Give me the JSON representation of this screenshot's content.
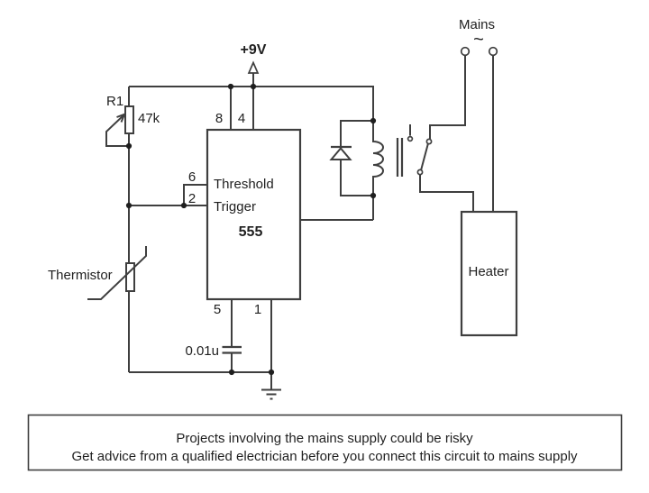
{
  "power": {
    "label": "+9V"
  },
  "pot": {
    "ref": "R1",
    "value": "47k"
  },
  "thermistor": {
    "label": "Thermistor"
  },
  "ic555": {
    "name": "555",
    "threshold": "Threshold",
    "trigger": "Trigger",
    "pins": {
      "p8": "8",
      "p4": "4",
      "p6": "6",
      "p2": "2",
      "p5": "5",
      "p1": "1"
    }
  },
  "capacitor": {
    "value": "0.01u"
  },
  "mains": {
    "label": "Mains",
    "ac": "~"
  },
  "heater": {
    "label": "Heater"
  },
  "warning": {
    "line1": "Projects involving the mains supply could be risky",
    "line2": "Get advice from a qualified electrician before you connect this circuit to mains supply"
  },
  "colors": {
    "wire": "#3f3f3f",
    "ink": "#1f1f1f",
    "background": "#ffffff"
  }
}
